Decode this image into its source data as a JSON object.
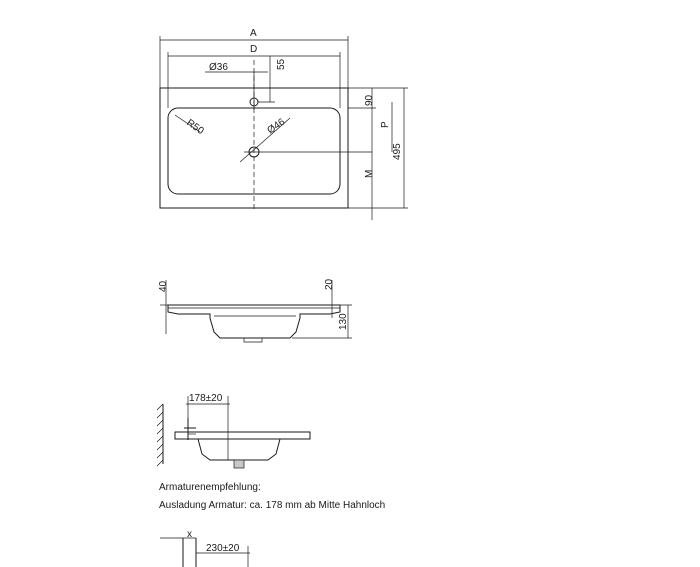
{
  "top_view": {
    "dim_a": "A",
    "dim_d": "D",
    "tap_hole": "Ø36",
    "dim_55": "55",
    "dim_90": "90",
    "dim_p": "P",
    "dim_495": "495",
    "radius": "R50",
    "drain": "Ø46",
    "dim_m": "M"
  },
  "side_view": {
    "dim_40": "40",
    "dim_20": "20",
    "dim_130": "130"
  },
  "wall_view": {
    "dim_reach": "178±20"
  },
  "notes": {
    "heading": "Armaturenempfehlung:",
    "text": "Ausladung Armatur: ca. 178 mm ab Mitte Hahnloch"
  },
  "bottom_view": {
    "dim_x": "x",
    "dim_reach": "230±20"
  }
}
